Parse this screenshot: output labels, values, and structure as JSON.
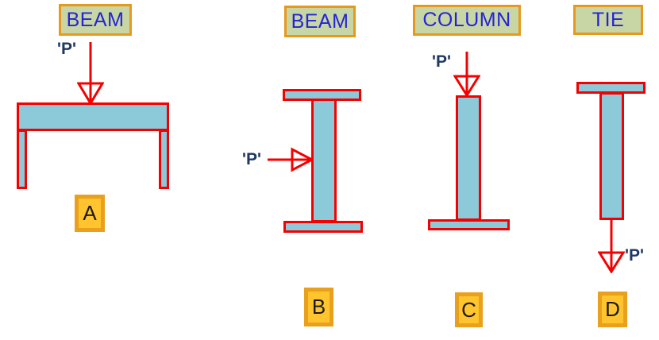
{
  "figures": [
    {
      "title": "BEAM",
      "load_label": "'P'",
      "letter": "A"
    },
    {
      "title": "BEAM",
      "load_label": "'P'",
      "letter": "B"
    },
    {
      "title": "COLUMN",
      "load_label": "'P'",
      "letter": "C"
    },
    {
      "title": "TIE",
      "load_label": "'P'",
      "letter": "D"
    }
  ],
  "colors": {
    "member_fill": "#8CC9D9",
    "outline_red": "#F50000",
    "title_box_fill": "#C8D5A4",
    "title_box_border": "#E8991C",
    "title_text": "#2424D6",
    "load_text": "#203864",
    "letter_box_fill": "#FFC42E",
    "letter_box_border": "#E9A01D",
    "letter_text": "#1A1A1A"
  }
}
